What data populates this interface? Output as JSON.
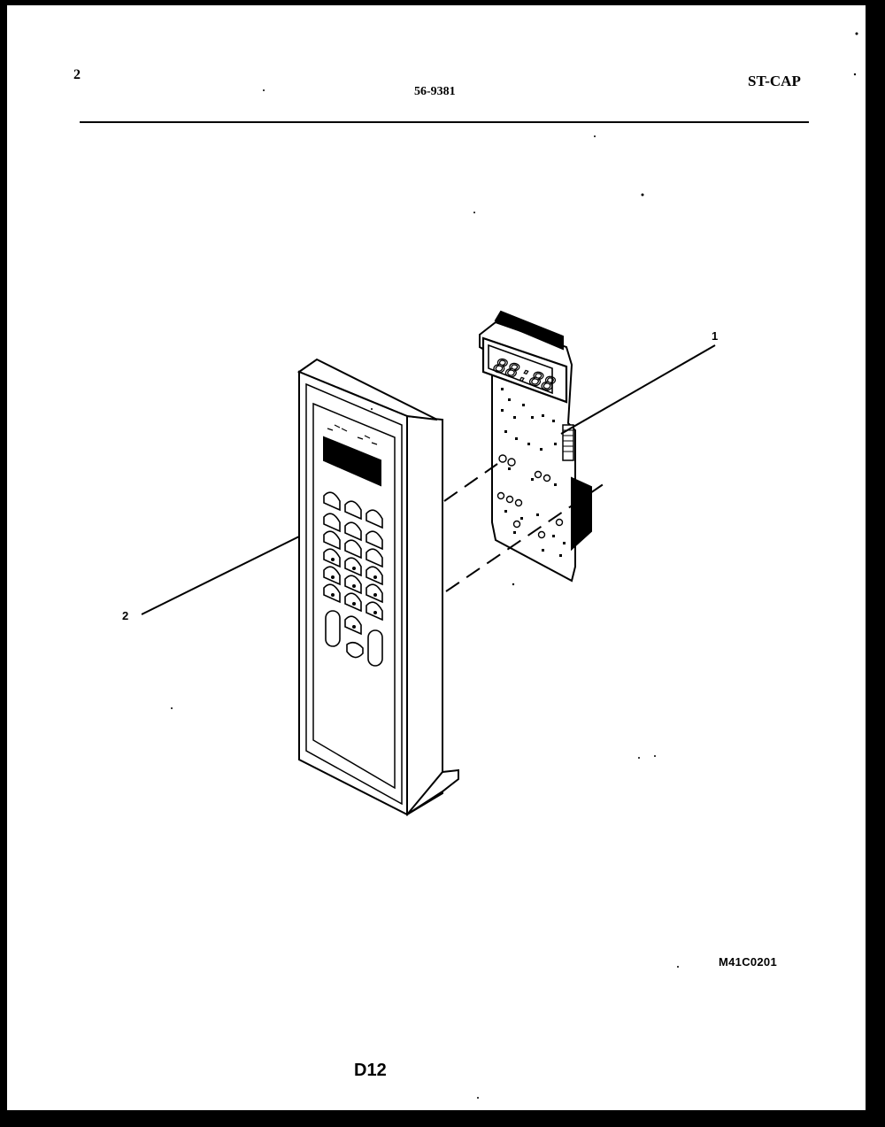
{
  "header": {
    "page_number": "2",
    "model_number": "56-9381",
    "section_code": "ST-CAP"
  },
  "diagram": {
    "callouts": [
      {
        "number": "1",
        "part": "control-board"
      },
      {
        "number": "2",
        "part": "control-panel"
      }
    ],
    "display_readout": "88:88"
  },
  "footer": {
    "drawing_id": "M41C0201",
    "page_code": "D12"
  },
  "colors": {
    "ink": "#000000",
    "paper": "#ffffff"
  }
}
